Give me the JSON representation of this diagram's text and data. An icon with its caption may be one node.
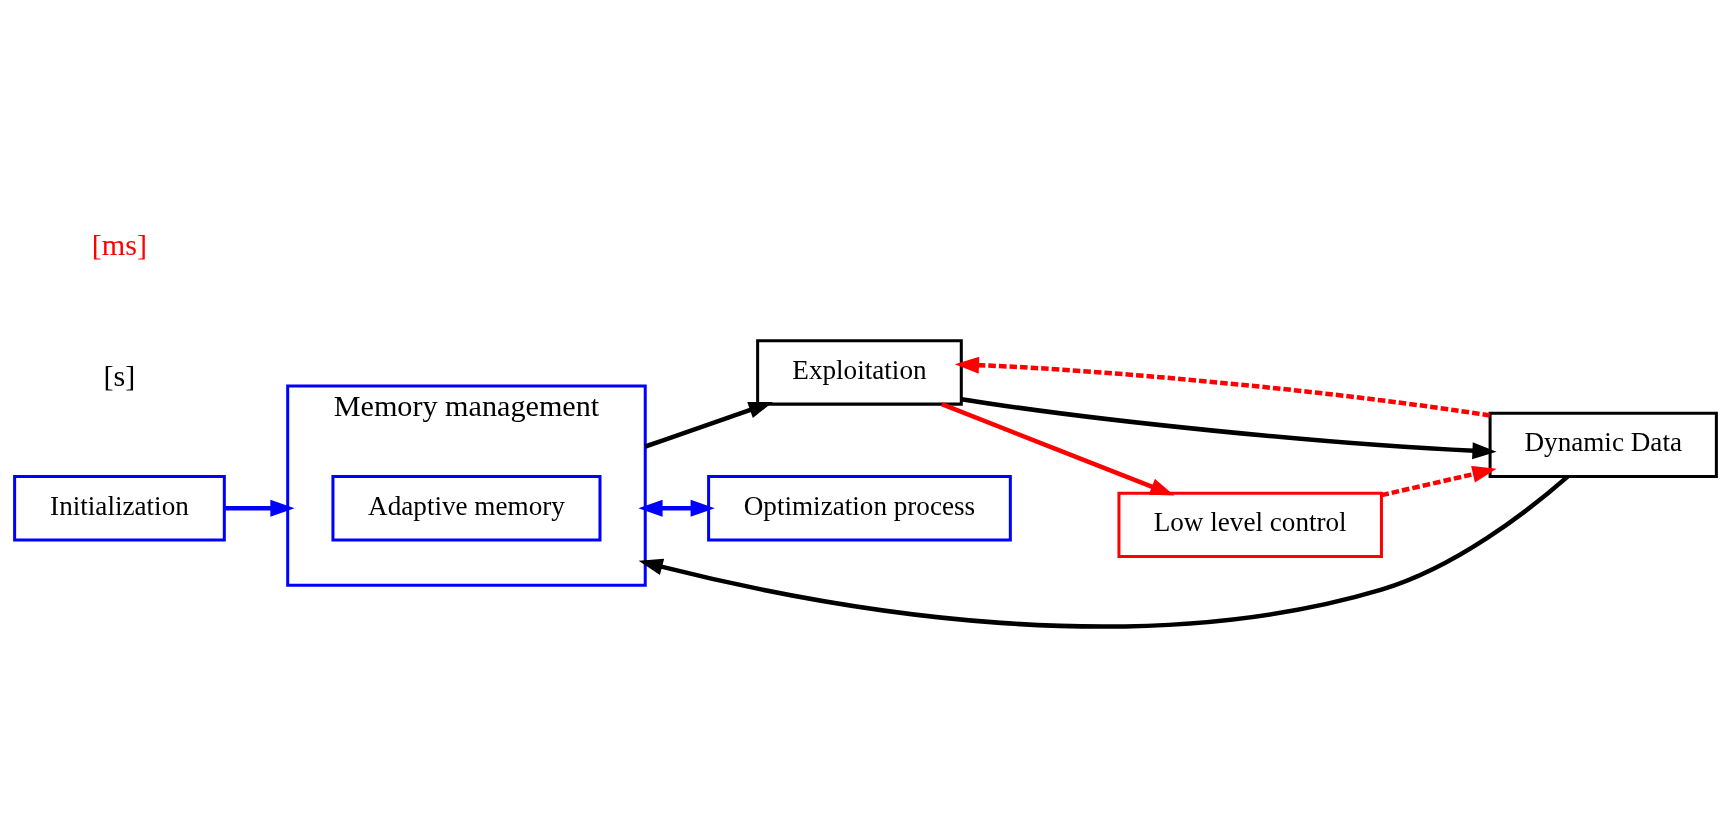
{
  "diagram": {
    "nodes": [
      {
        "text": [
          "Memory management"
        ]
      },
      {
        "text": [
          "Adaptive memory"
        ],
        "in": 0
      },
      {
        "text": [
          "Initialization"
        ]
      },
      {
        "text": [
          "Dynamic Data"
        ]
      },
      {
        "text": [
          "Exploitation"
        ]
      },
      {
        "text": [
          "Optimization process"
        ]
      },
      {
        "text": [
          "Low level control"
        ]
      }
    ],
    "edges": [
      {
        "from": 2,
        "to": 0,
        "arrow": "to",
        "color": "#0000ff"
      },
      {
        "from": 3,
        "to": 0,
        "arrow": "to",
        "color": "#000000"
      },
      {
        "from": 0,
        "to": 5,
        "arrow": "both",
        "color": "#0000ff"
      },
      {
        "from": 0,
        "to": 4,
        "arrow": "to",
        "color": "#000000"
      },
      {
        "from": 4,
        "to": 3,
        "arrow": "to",
        "color": "#000000"
      },
      {
        "from": 3,
        "to": 4,
        "arrow": "to",
        "style": "dashed",
        "color": "#ff0000"
      },
      {
        "from": 4,
        "to": 6,
        "arrow": "to",
        "color": "#ff0000"
      },
      {
        "from": 6,
        "to": 3,
        "arrow": "to",
        "style": "dashed",
        "color": "#ff0000"
      }
    ],
    "labels": [
      "[s]",
      "[ms]"
    ]
  }
}
